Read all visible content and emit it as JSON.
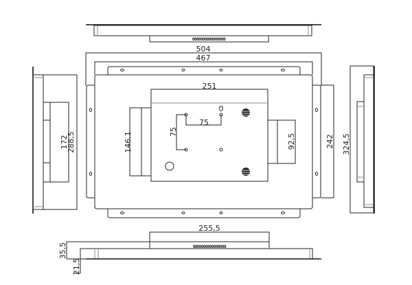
{
  "dimensions": {
    "overall_width": "504",
    "flange_width": "467",
    "back_panel_width": "251",
    "left_box_height": "146,1",
    "vesa_horizontal": "75",
    "vesa_vertical": "75",
    "origin_mark": "0",
    "right_box_height": "92,5",
    "body_height": "242",
    "overall_height": "324,5",
    "side_inner": "172",
    "side_outer": "288,5",
    "bottom_box_width": "255,5",
    "depth_total": "35,5",
    "depth_body": "21,5"
  },
  "connector_pins": "0000000000000000",
  "hole_mark": "0"
}
